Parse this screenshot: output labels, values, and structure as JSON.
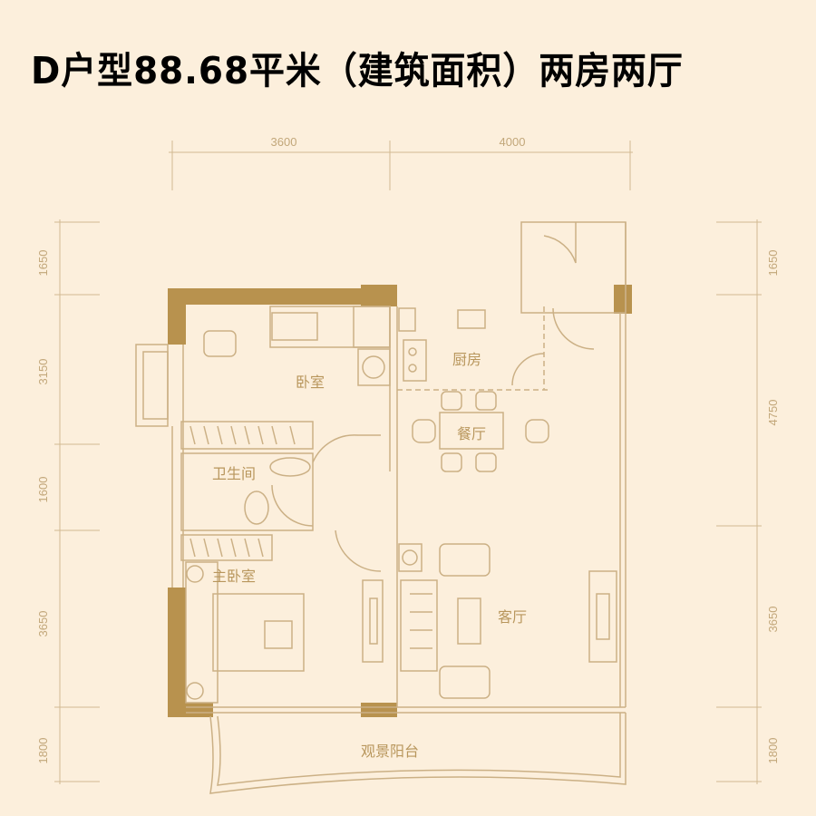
{
  "title": "D户型88.68平米（建筑面积）两房两厅",
  "dimensions": {
    "top": [
      "3600",
      "4000"
    ],
    "left": [
      "1650",
      "3150",
      "1600",
      "3650",
      "1800"
    ],
    "right": [
      "1650",
      "4750",
      "3650",
      "1800"
    ]
  },
  "rooms": {
    "bedroom": "卧室",
    "kitchen": "厨房",
    "dining": "餐厅",
    "bathroom": "卫生间",
    "master_bedroom": "主卧室",
    "living_room": "客厅",
    "balcony": "观景阳台"
  },
  "colors": {
    "background": "#fcefdc",
    "wall": "#b8924e",
    "line": "#cbb085"
  }
}
